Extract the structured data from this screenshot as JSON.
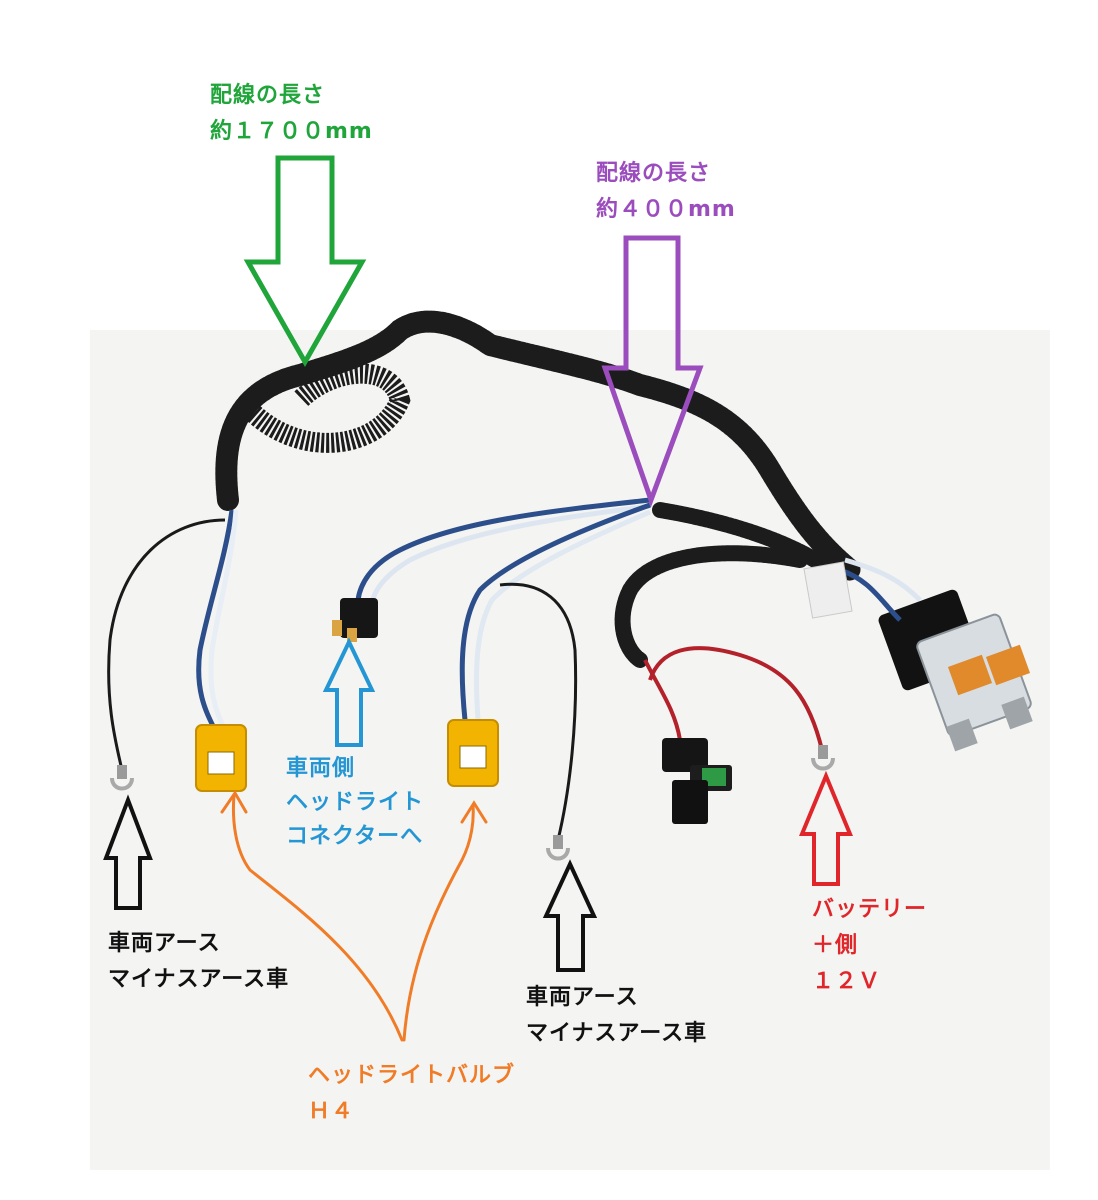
{
  "colors": {
    "green": "#1fa53a",
    "purple": "#9b4dbd",
    "blue": "#2596d4",
    "black": "#111111",
    "orange": "#f07c28",
    "red": "#e0262a"
  },
  "labels": {
    "long_wire_line1": "配線の長さ",
    "long_wire_line2": "約１７００mm",
    "short_wire_line1": "配線の長さ",
    "short_wire_line2": "約４００mm",
    "vehicle_connector_line1": "車両側",
    "vehicle_connector_line2": "ヘッドライト",
    "vehicle_connector_line3": "コネクターへ",
    "left_ground_line1": "車両アース",
    "left_ground_line2": "マイナスアース車",
    "right_ground_line1": "車両アース",
    "right_ground_line2": "マイナスアース車",
    "bulb_line1": "ヘッドライトバルブ",
    "bulb_line2": "Ｈ４",
    "battery_line1": "バッテリー",
    "battery_line2": "＋側",
    "battery_line3": "１２Ｖ"
  }
}
